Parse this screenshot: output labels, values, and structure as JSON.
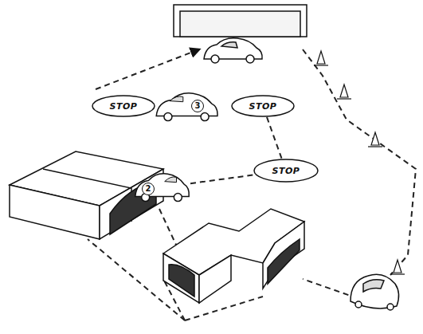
{
  "diagram": {
    "nodes": [
      {
        "text": [
          "STOP"
        ]
      },
      {
        "text": [
          "3"
        ]
      },
      {
        "text": [
          "STOP"
        ]
      },
      {
        "text": [
          "STOP"
        ]
      },
      {
        "text": [
          "2"
        ]
      }
    ],
    "edges": [
      {
        "from": 2,
        "to": 3,
        "arrow": "none"
      },
      {
        "from": 4,
        "to": 3,
        "arrow": "none"
      }
    ]
  }
}
